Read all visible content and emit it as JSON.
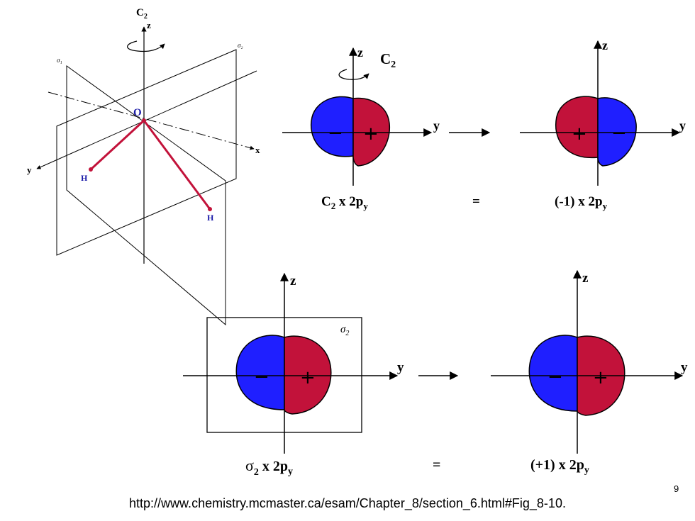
{
  "colors": {
    "negative_lobe": "#1f1fff",
    "positive_lobe": "#c2123a",
    "bond": "#c2123a",
    "atom_label": "#1a1aa8",
    "outline": "#000000"
  },
  "molecule": {
    "axis_z_label": "z",
    "c2_main": "C",
    "c2_sub": "2",
    "plane1_label": "σ₁",
    "plane2_label": "σ₂",
    "x_label": "x",
    "y_label": "y",
    "oxygen": "O",
    "hydrogen_left": "H",
    "hydrogen_right": "H"
  },
  "c2_op": {
    "z": "z",
    "c2_main": "C",
    "c2_sub": "2",
    "y": "y",
    "y_result": "y",
    "z_result": "z",
    "neg": "−",
    "pos": "+",
    "caption_op": "C",
    "caption_op_sub": "2",
    "caption_rest": " x 2p",
    "caption_rest_sub": "y",
    "equals": "=",
    "result_coef": "(-1) x 2p",
    "result_sub": "y"
  },
  "sigma_op": {
    "z": "z",
    "y": "y",
    "y_result": "y",
    "z_result": "z",
    "plane_main": "σ",
    "plane_sub": "2",
    "neg": "−",
    "pos": "+",
    "caption_op": "σ",
    "caption_op_sub": "2",
    "caption_rest": " x 2p",
    "caption_rest_sub": "y",
    "equals": "=",
    "result_coef": "(+1) x 2p",
    "result_sub": "y"
  },
  "footer": {
    "url": "http://www.chemistry.mcmaster.ca/esam/Chapter_8/section_6.html#Fig_8-10.",
    "page_number": "9"
  }
}
